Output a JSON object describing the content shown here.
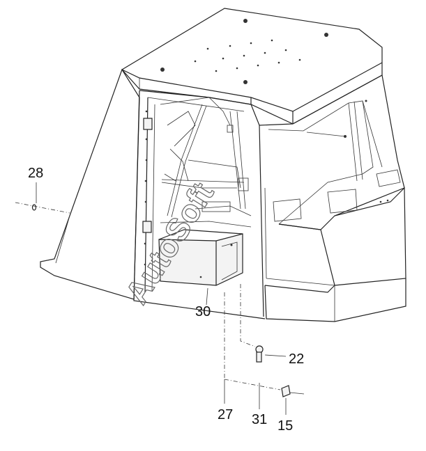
{
  "watermark": "AutoSoft",
  "callouts": {
    "c28": "28",
    "c30": "30",
    "c22": "22",
    "c27": "27",
    "c31": "31",
    "c15": "15"
  }
}
